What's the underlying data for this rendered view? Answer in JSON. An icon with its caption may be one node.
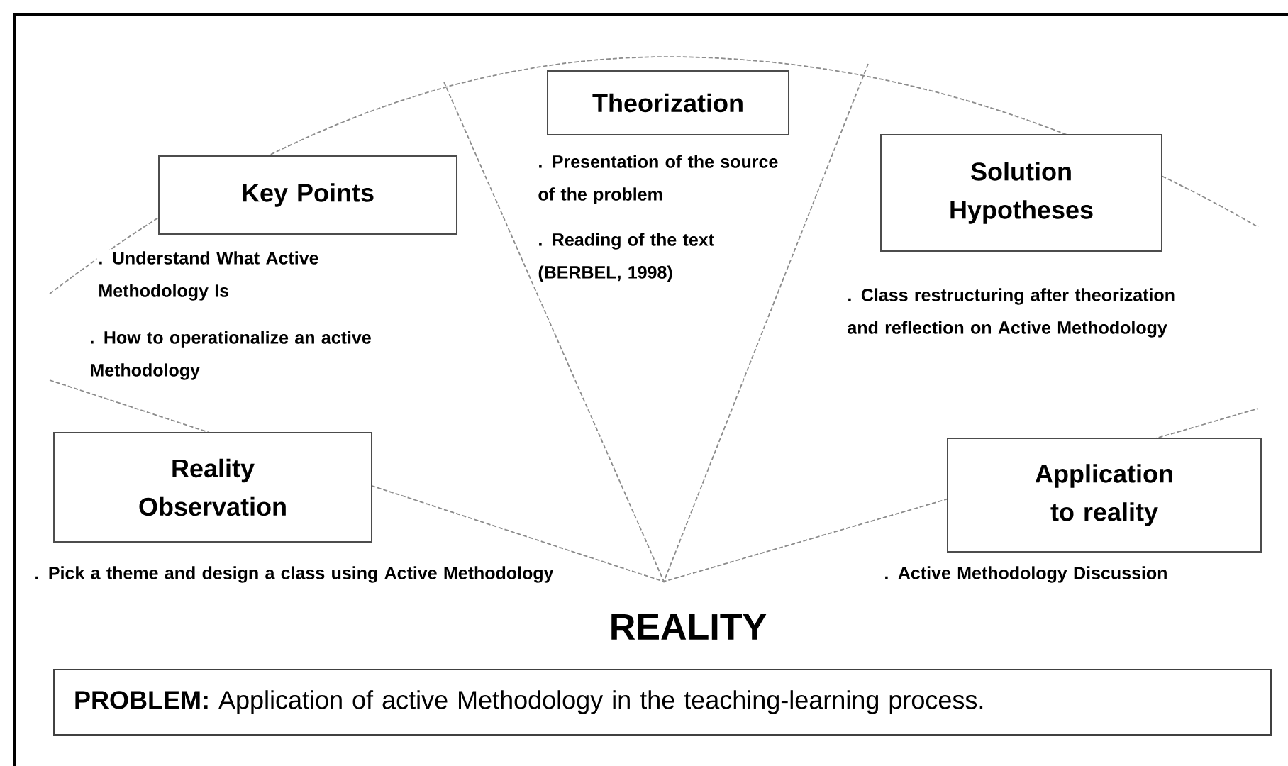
{
  "diagram": {
    "nodes": [
      {
        "text": [
          "Theorization"
        ],
        "beside": [
          ". Presentation of the source of the problem",
          ". Reading of the text (BERBEL, 1998)"
        ]
      },
      {
        "text": [
          "Key Points"
        ],
        "beside": [
          ". Understand What Active Methodology Is",
          ". How to operationalize an active Methodology"
        ]
      },
      {
        "text": [
          "Solution Hypotheses"
        ],
        "beside": [
          ". Class restructuring after theorization and reflection on Active Methodology"
        ]
      },
      {
        "text": [
          "Reality Observation"
        ],
        "beside": [
          ". Pick a theme and design a class using Active Methodology"
        ]
      },
      {
        "text": [
          "Application to reality"
        ],
        "beside": [
          ". Active Methodology Discussion"
        ]
      },
      {
        "text": [
          "**PROBLEM:** Application of active Methodology in the teaching-learning process."
        ]
      }
    ],
    "labels": [
      "REALITY"
    ]
  }
}
